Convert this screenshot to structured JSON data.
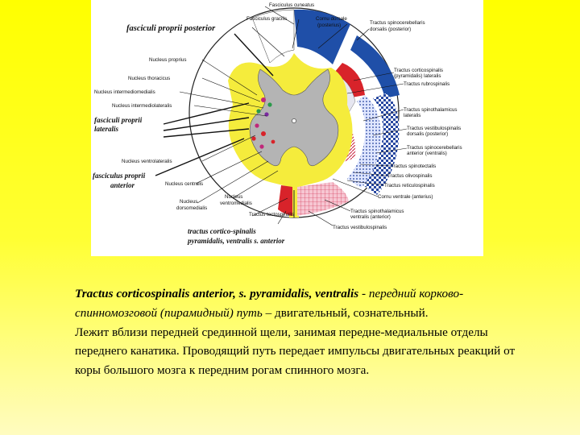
{
  "diagram": {
    "labels": {
      "fasciculus_cuneatus": "Fasciculus cuneatus",
      "fasciculus_gracilis": "Fasciculus gracilis",
      "cornu_dorsale": "Cornu dorsale",
      "cornu_dorsale_sub": "(posterius)",
      "tr_spinocerebellaris_dorsalis": "Tractus spinocerebellaris",
      "tr_spinocerebellaris_dorsalis_sub": "dorsalis (posterior)",
      "fasciculi_proprii_posterior": "fasciculi proprii posterior",
      "nucleus_proprius": "Nucleus proprius",
      "nucleus_thoracicus": "Nucleus thoracicus",
      "nucleus_intermediomedialis": "Nucleus intermediomedialis",
      "nucleus_intermediolateralis": "Nucleus intermediolateralis",
      "fasciculi_proprii_laterals_1": "fasciculi proprii",
      "fasciculi_proprii_laterals_2": "lateralis",
      "tr_corticospinalis_lat_1": "Tractus corticospinalis",
      "tr_corticospinalis_lat_2": "(pyramidalis) lateralis",
      "tr_rubrospinalis": "Tractus rubrospinalis",
      "tr_spinothalamicus_lat_1": "Tractus spinothalamicus",
      "tr_spinothalamicus_lat_2": "lateralis",
      "tr_vestibulospinalis_1": "Tractus vestibulospinalis",
      "tr_vestibulospinalis_2": "dorsalis (posterior)",
      "tr_spinocerebellaris_ant_1": "Tractus spinocerebellaris",
      "tr_spinocerebellaris_ant_2": "anterior (ventralis)",
      "nucleus_ventrolateralis": "Nucleus ventrolateralis",
      "tr_spinotectalis": "Tractus spinotectalis",
      "fasciculus_proprii_anterior_1": "fasciculus proprii",
      "fasciculus_proprii_anterior_2": "anterior",
      "tr_olivospinalis": "Tractus olivospinalis",
      "nucleus_centralis": "Nucleus centralis",
      "tr_reticulospinalis": "Tractus reticulospinalis",
      "nucleus_dorsomedialis_1": "Nucleus",
      "nucleus_dorsomedialis_2": "dorsomedialis",
      "nucleus_ventromedialis_1": "Nucleus",
      "nucleus_ventromedialis_2": "ventromedialis",
      "cornu_ventrale": "Cornu ventrale (anterius)",
      "tr_spinothalamicus_ant_1": "Tractus spinothalamicus",
      "tr_spinothalamicus_ant_2": "ventralis (anterior)",
      "tr_tectospinalis": "Tractus tectospinalis",
      "tr_vestibulospinalis_ant": "Tractus vestibulospinalis",
      "tr_corticospinalis_ant_1": "tractus cortico-spinalis",
      "tr_corticospinalis_ant_2": "pyramidalis, ventralis s. anterior"
    }
  },
  "caption": {
    "term": "Tractus corticospinalis anterior, s. pyramidalis, ventralis",
    "term_ru": " - передний корково-спинномозговой (пирамидный) путь",
    "definition": " – двигательный, сознательный.",
    "line2": "Лежит вблизи передней срединной щели, занимая передне-медиальные отделы переднего канатика. Проводящий путь передает импульсы двигательных реакций от коры большого мозга к передним рогам спинного мозга."
  },
  "colors": {
    "background": "#ffff00",
    "gray_matter": "#b4b4b4",
    "white_matter_yellow": "#f5ec3c",
    "fasciculus_blue": "#1f4fa8",
    "corticospinal_red": "#d8232a",
    "spinocerebellar_blue": "#5e7fc8",
    "pink_tract": "#f2a6b6"
  }
}
